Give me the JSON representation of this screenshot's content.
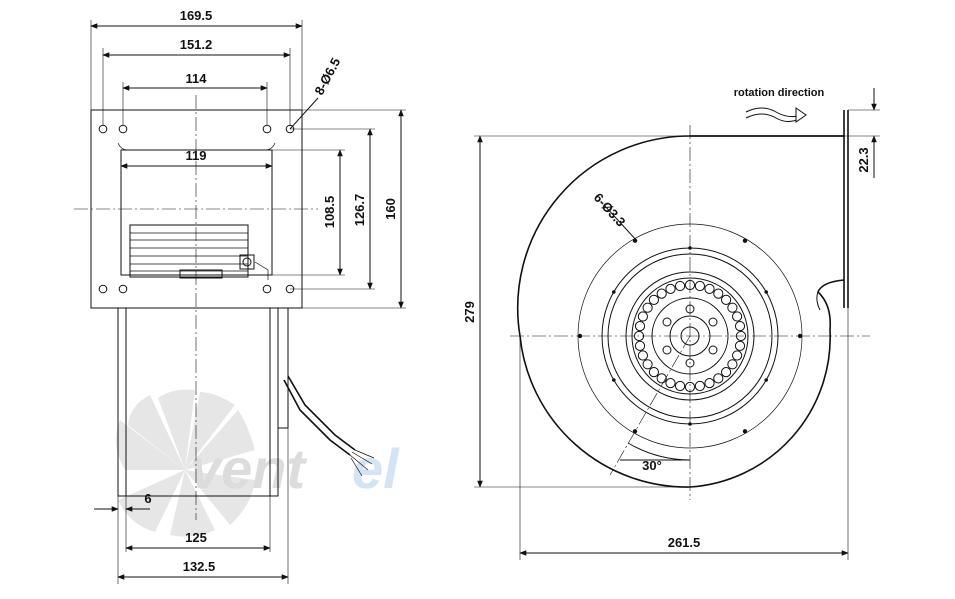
{
  "dimensions": {
    "width_outer": "169.5",
    "width_mid": "151.2",
    "width_holes": "114",
    "width_inner": "119",
    "holes_front": "8-Ø6.5",
    "height_108": "108.5",
    "height_126": "126.7",
    "height_160": "160",
    "offset_6": "6",
    "depth_125": "125",
    "depth_132": "132.5",
    "outlet_22": "22.3",
    "height_279": "279",
    "width_261": "261.5",
    "holes_side": "6-Ø3.3",
    "angle": "30°"
  },
  "annotations": {
    "rotation": "rotation direction"
  },
  "watermark": {
    "brand_a": "vent",
    "brand_b": "el",
    "color_a": "#d9d9d9",
    "color_b": "#cfe3f3"
  },
  "colors": {
    "line": "#111111",
    "background": "#ffffff"
  }
}
